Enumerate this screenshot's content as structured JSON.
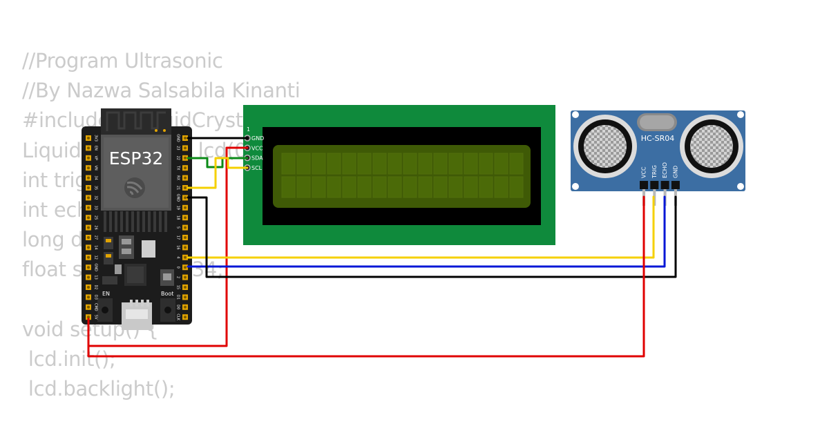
{
  "code_lines": [
    "//Program Ultrasonic",
    "//By Nazwa Salsabila Kinanti",
    "#include <LiquidCrystal_I2C.h>",
    "LiquidCrystal_I2C lcd(0x27,16,2);",
    "int trigPin = 4;",
    "int echoPin = 0;",
    "long duration;",
    "float speed = 0.034;",
    "",
    "void setup() {",
    " lcd.init();",
    " lcd.backlight();"
  ],
  "esp32": {
    "label": "ESP32",
    "en_label": "EN",
    "boot_label": "Boot",
    "left_pins": [
      "3V3",
      "EN",
      "VP",
      "VN",
      "34",
      "35",
      "32",
      "33",
      "25",
      "26",
      "27",
      "14",
      "12",
      "GND",
      "13",
      "D2",
      "D3",
      "CMD",
      "5V"
    ],
    "right_pins": [
      "GND",
      "23",
      "22",
      "TX",
      "RX",
      "21",
      "GND",
      "19",
      "18",
      "5",
      "17",
      "16",
      "4",
      "0",
      "2",
      "15",
      "D1",
      "D0",
      "CLK"
    ]
  },
  "lcd": {
    "pin_number": "1",
    "pins": [
      "GND",
      "VCC",
      "SDA",
      "SCL"
    ]
  },
  "sensor": {
    "label": "HC-SR04",
    "pins": [
      "VCC",
      "TRIG",
      "ECHO",
      "GND"
    ]
  },
  "colors": {
    "wire_black": "#000000",
    "wire_red": "#e00000",
    "wire_yellow": "#f5d000",
    "wire_blue": "#0016d6",
    "wire_green": "#0a8a16",
    "lcd_pcb": "#0f8a3c",
    "lcd_screen": "#3f5a06",
    "sensor_pcb": "#3c6ea3"
  }
}
